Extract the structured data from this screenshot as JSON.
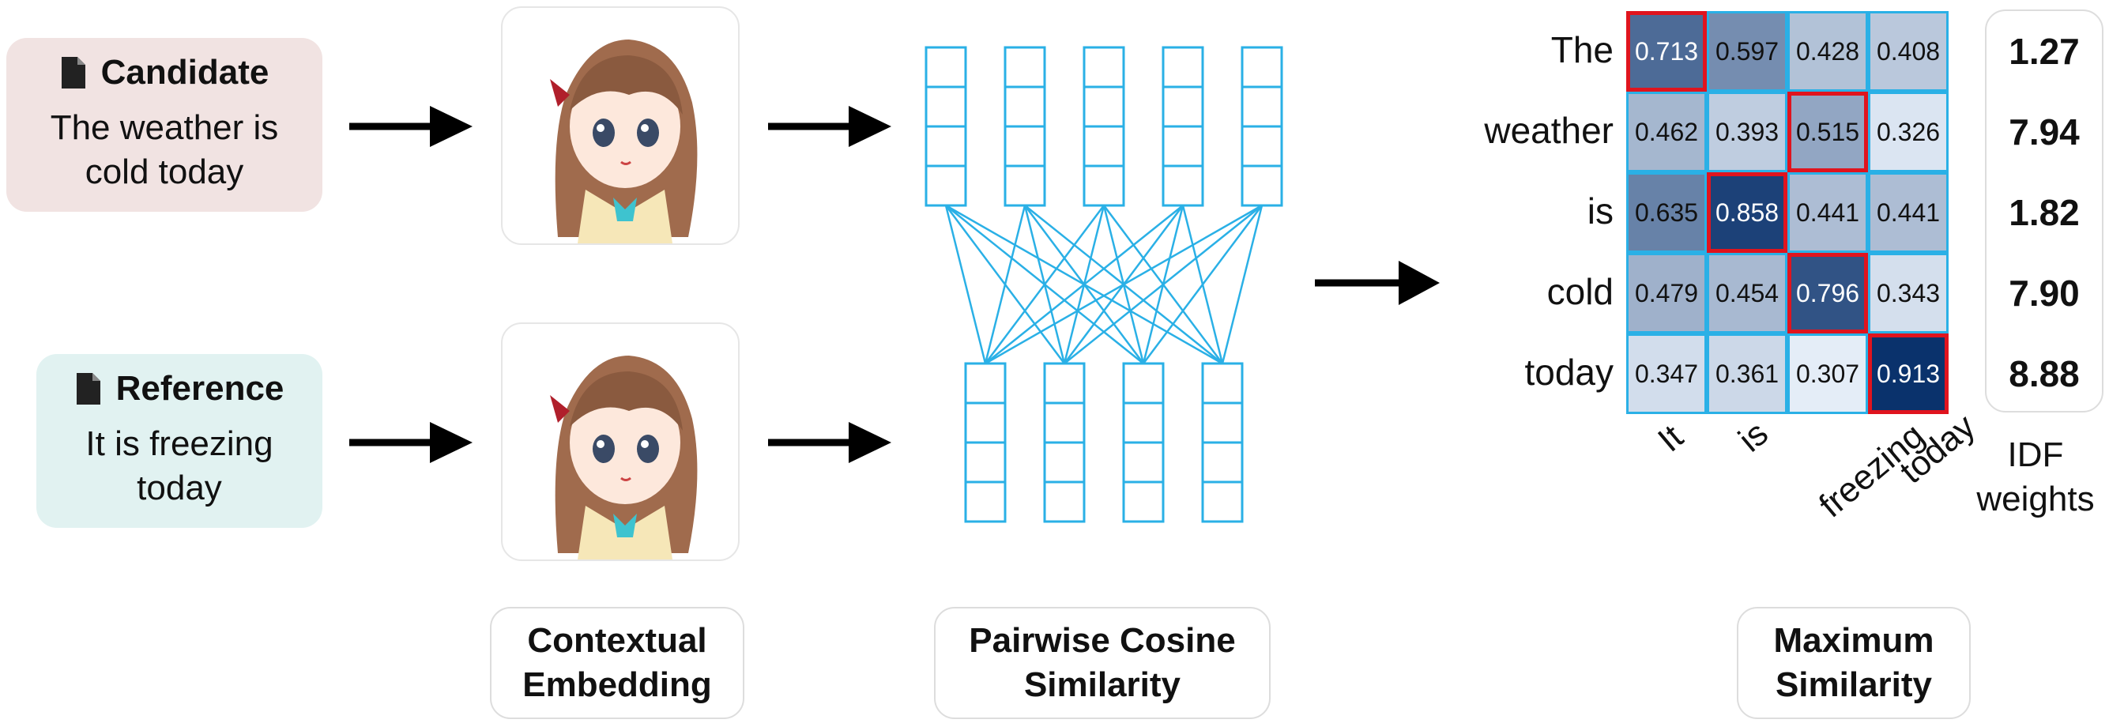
{
  "candidate": {
    "header": "Candidate",
    "text_line1": "The weather is",
    "text_line2": "cold today"
  },
  "reference": {
    "header": "Reference",
    "text_line1": "It is freezing",
    "text_line2": "today"
  },
  "captions": {
    "embedding": [
      "Contextual",
      "Embedding"
    ],
    "cosine": [
      "Pairwise Cosine",
      "Similarity"
    ],
    "maximum": [
      "Maximum",
      "Similarity"
    ]
  },
  "matrix": {
    "row_tokens": [
      "The",
      "weather",
      "is",
      "cold",
      "today"
    ],
    "col_tokens": [
      "It",
      "is",
      "freezing",
      "today"
    ],
    "values": [
      [
        "0.713",
        "0.597",
        "0.428",
        "0.408"
      ],
      [
        "0.462",
        "0.393",
        "0.515",
        "0.326"
      ],
      [
        "0.635",
        "0.858",
        "0.441",
        "0.441"
      ],
      [
        "0.479",
        "0.454",
        "0.796",
        "0.343"
      ],
      [
        "0.347",
        "0.361",
        "0.307",
        "0.913"
      ]
    ],
    "max_cells": [
      [
        0,
        0
      ],
      [
        1,
        2
      ],
      [
        2,
        1
      ],
      [
        3,
        2
      ],
      [
        4,
        3
      ]
    ]
  },
  "idf": {
    "label_line1": "IDF",
    "label_line2": "weights",
    "values": [
      "1.27",
      "7.94",
      "1.82",
      "7.90",
      "8.88"
    ]
  },
  "colors": {
    "grid_blue": "#2ab0e6",
    "max_border": "#e0141e",
    "arrow": "#000000"
  },
  "icons": [
    "document-icon",
    "arrow-right-icon",
    "avatar-illustration"
  ]
}
